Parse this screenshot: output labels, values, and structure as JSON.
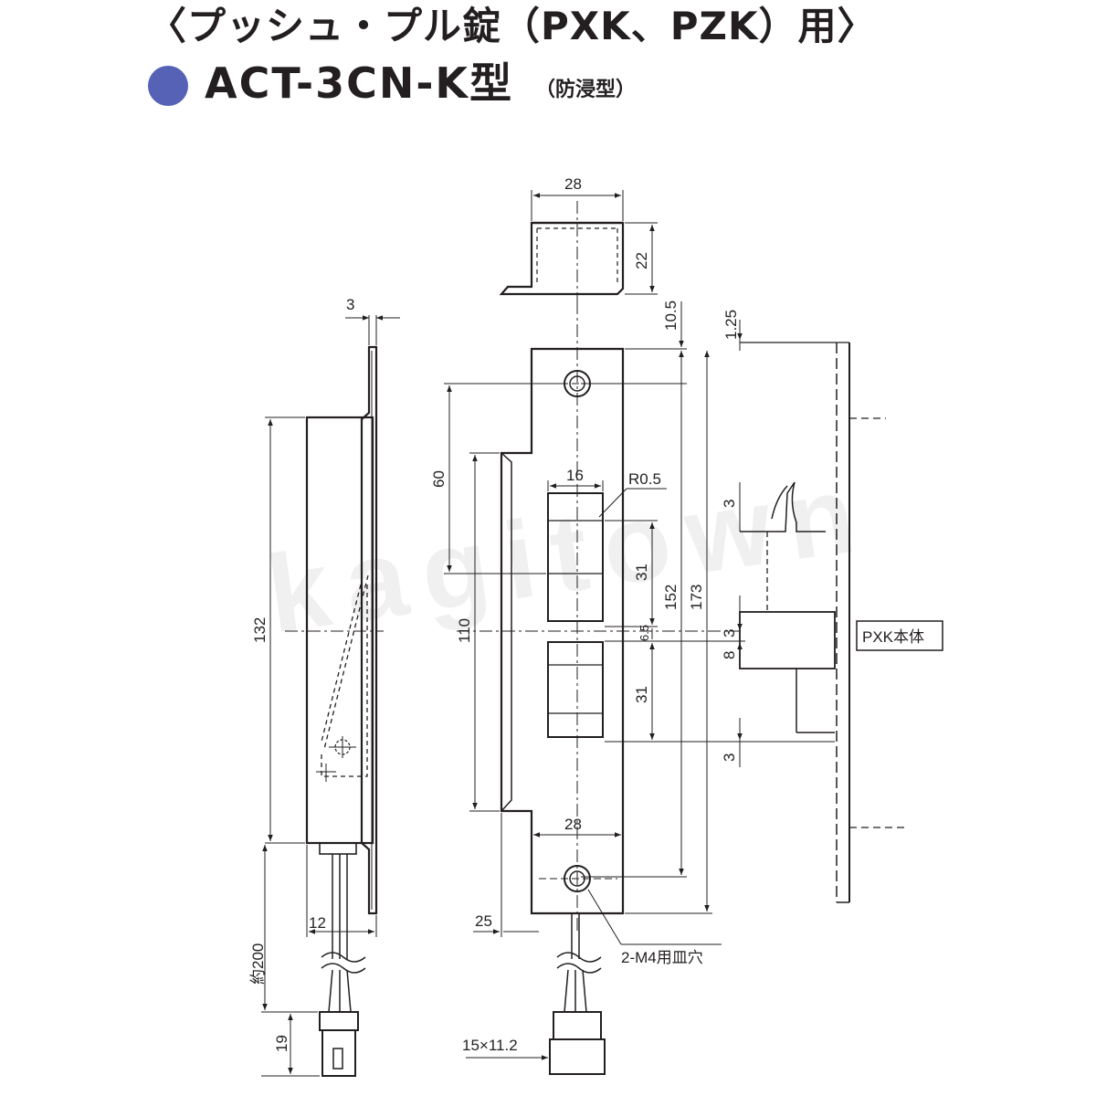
{
  "header": {
    "title": "〈プッシュ・プル錠（PXK、PZK）用〉",
    "model": "ACT-3CN-K型",
    "model_sub": "（防浸型）",
    "dot_color": "#5562b6"
  },
  "watermark": "kagitown",
  "dimensions": {
    "d3_top": "3",
    "d132": "132",
    "d12": "12",
    "d200": "約200",
    "d19": "19",
    "d28_top": "28",
    "d22": "22",
    "d10_5": "10.5",
    "d1_25": "1.25",
    "d60": "60",
    "d16": "16",
    "r0_5": "R0.5",
    "d3_a": "3",
    "d31_a": "31",
    "d152": "152",
    "d173": "173",
    "d110": "110",
    "d6_5": "6.5",
    "d3_b": "3",
    "d8": "8",
    "d3_c": "3",
    "d31_b": "31",
    "d28_bottom": "28",
    "d25": "25",
    "m4": "2-M4用皿穴",
    "connector": "15×11.2"
  },
  "labels": {
    "pxk_body": "PXK本体"
  }
}
